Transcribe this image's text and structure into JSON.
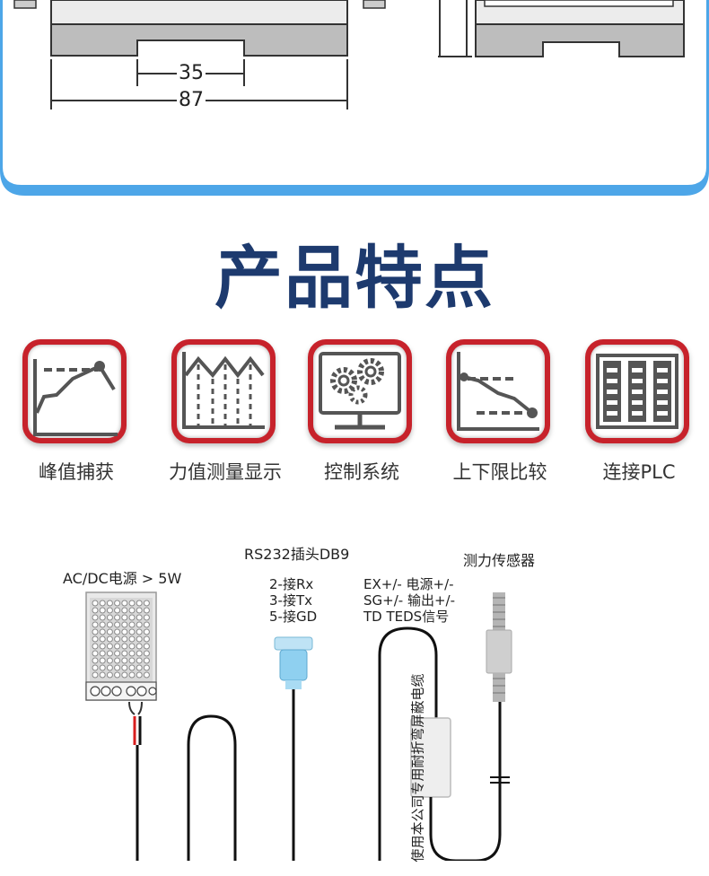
{
  "dimensions": {
    "inner": "35",
    "outer": "87"
  },
  "section_title": "产品特点",
  "features": [
    {
      "label": "峰值捕获",
      "icon": "peak-chart-icon"
    },
    {
      "label": "力值测量显示",
      "icon": "force-wave-icon"
    },
    {
      "label": "控制系统",
      "icon": "gear-monitor-icon"
    },
    {
      "label": "上下限比较",
      "icon": "limit-chart-icon"
    },
    {
      "label": "连接PLC",
      "icon": "plc-module-icon"
    }
  ],
  "wiring": {
    "power_supply": "AC/DC电源 > 5W",
    "rs232_title": "RS232插头DB9",
    "rs232_pins": [
      "2-接Rx",
      "3-接Tx",
      "5-接GD"
    ],
    "sensor_title": "测力传感器",
    "sensor_lines": [
      "EX+/-  电源+/-",
      "SG+/-  输出+/-",
      "TD  TEDS信号"
    ],
    "cable_note": "使用本公司专用耐折弯屏蔽电缆"
  },
  "colors": {
    "frame_blue": "#4da6e8",
    "title_navy": "#1d3a6e",
    "icon_red": "#c7222b"
  }
}
